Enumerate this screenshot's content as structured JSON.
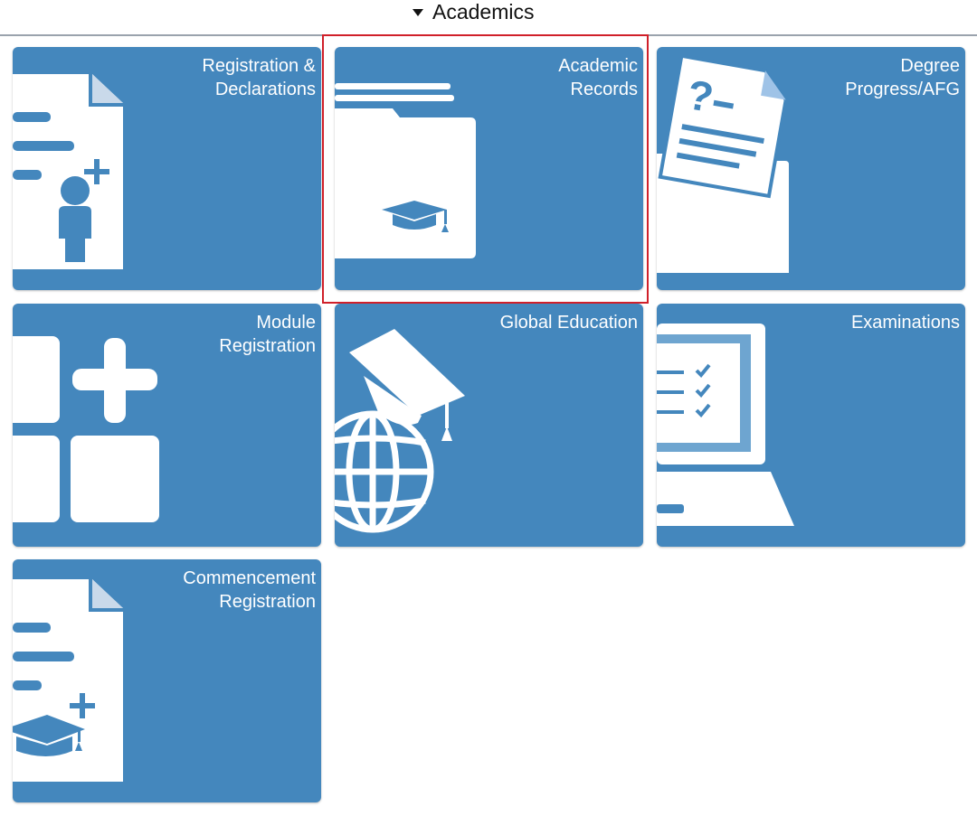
{
  "header": {
    "title": "Academics"
  },
  "tiles": [
    {
      "label_line1": "Registration &",
      "label_line2": "Declarations",
      "icon": "document-add-person-icon"
    },
    {
      "label_line1": "Academic",
      "label_line2": "Records",
      "icon": "folder-graduation-cap-icon"
    },
    {
      "label_line1": "Degree",
      "label_line2": "Progress/AFG",
      "icon": "folder-question-document-icon"
    },
    {
      "label_line1": "Module",
      "label_line2": "Registration",
      "icon": "grid-plus-icon"
    },
    {
      "label_line1": "Global Education",
      "label_line2": "",
      "icon": "globe-graduation-cap-icon"
    },
    {
      "label_line1": "Examinations",
      "label_line2": "",
      "icon": "laptop-checklist-icon"
    },
    {
      "label_line1": "Commencement",
      "label_line2": "Registration",
      "icon": "document-graduation-cap-add-icon"
    }
  ],
  "selected_tile": "Academic Records",
  "colors": {
    "tile_bg": "#4487bd",
    "icon_white": "#ffffff",
    "highlight_border": "#d0202a"
  }
}
